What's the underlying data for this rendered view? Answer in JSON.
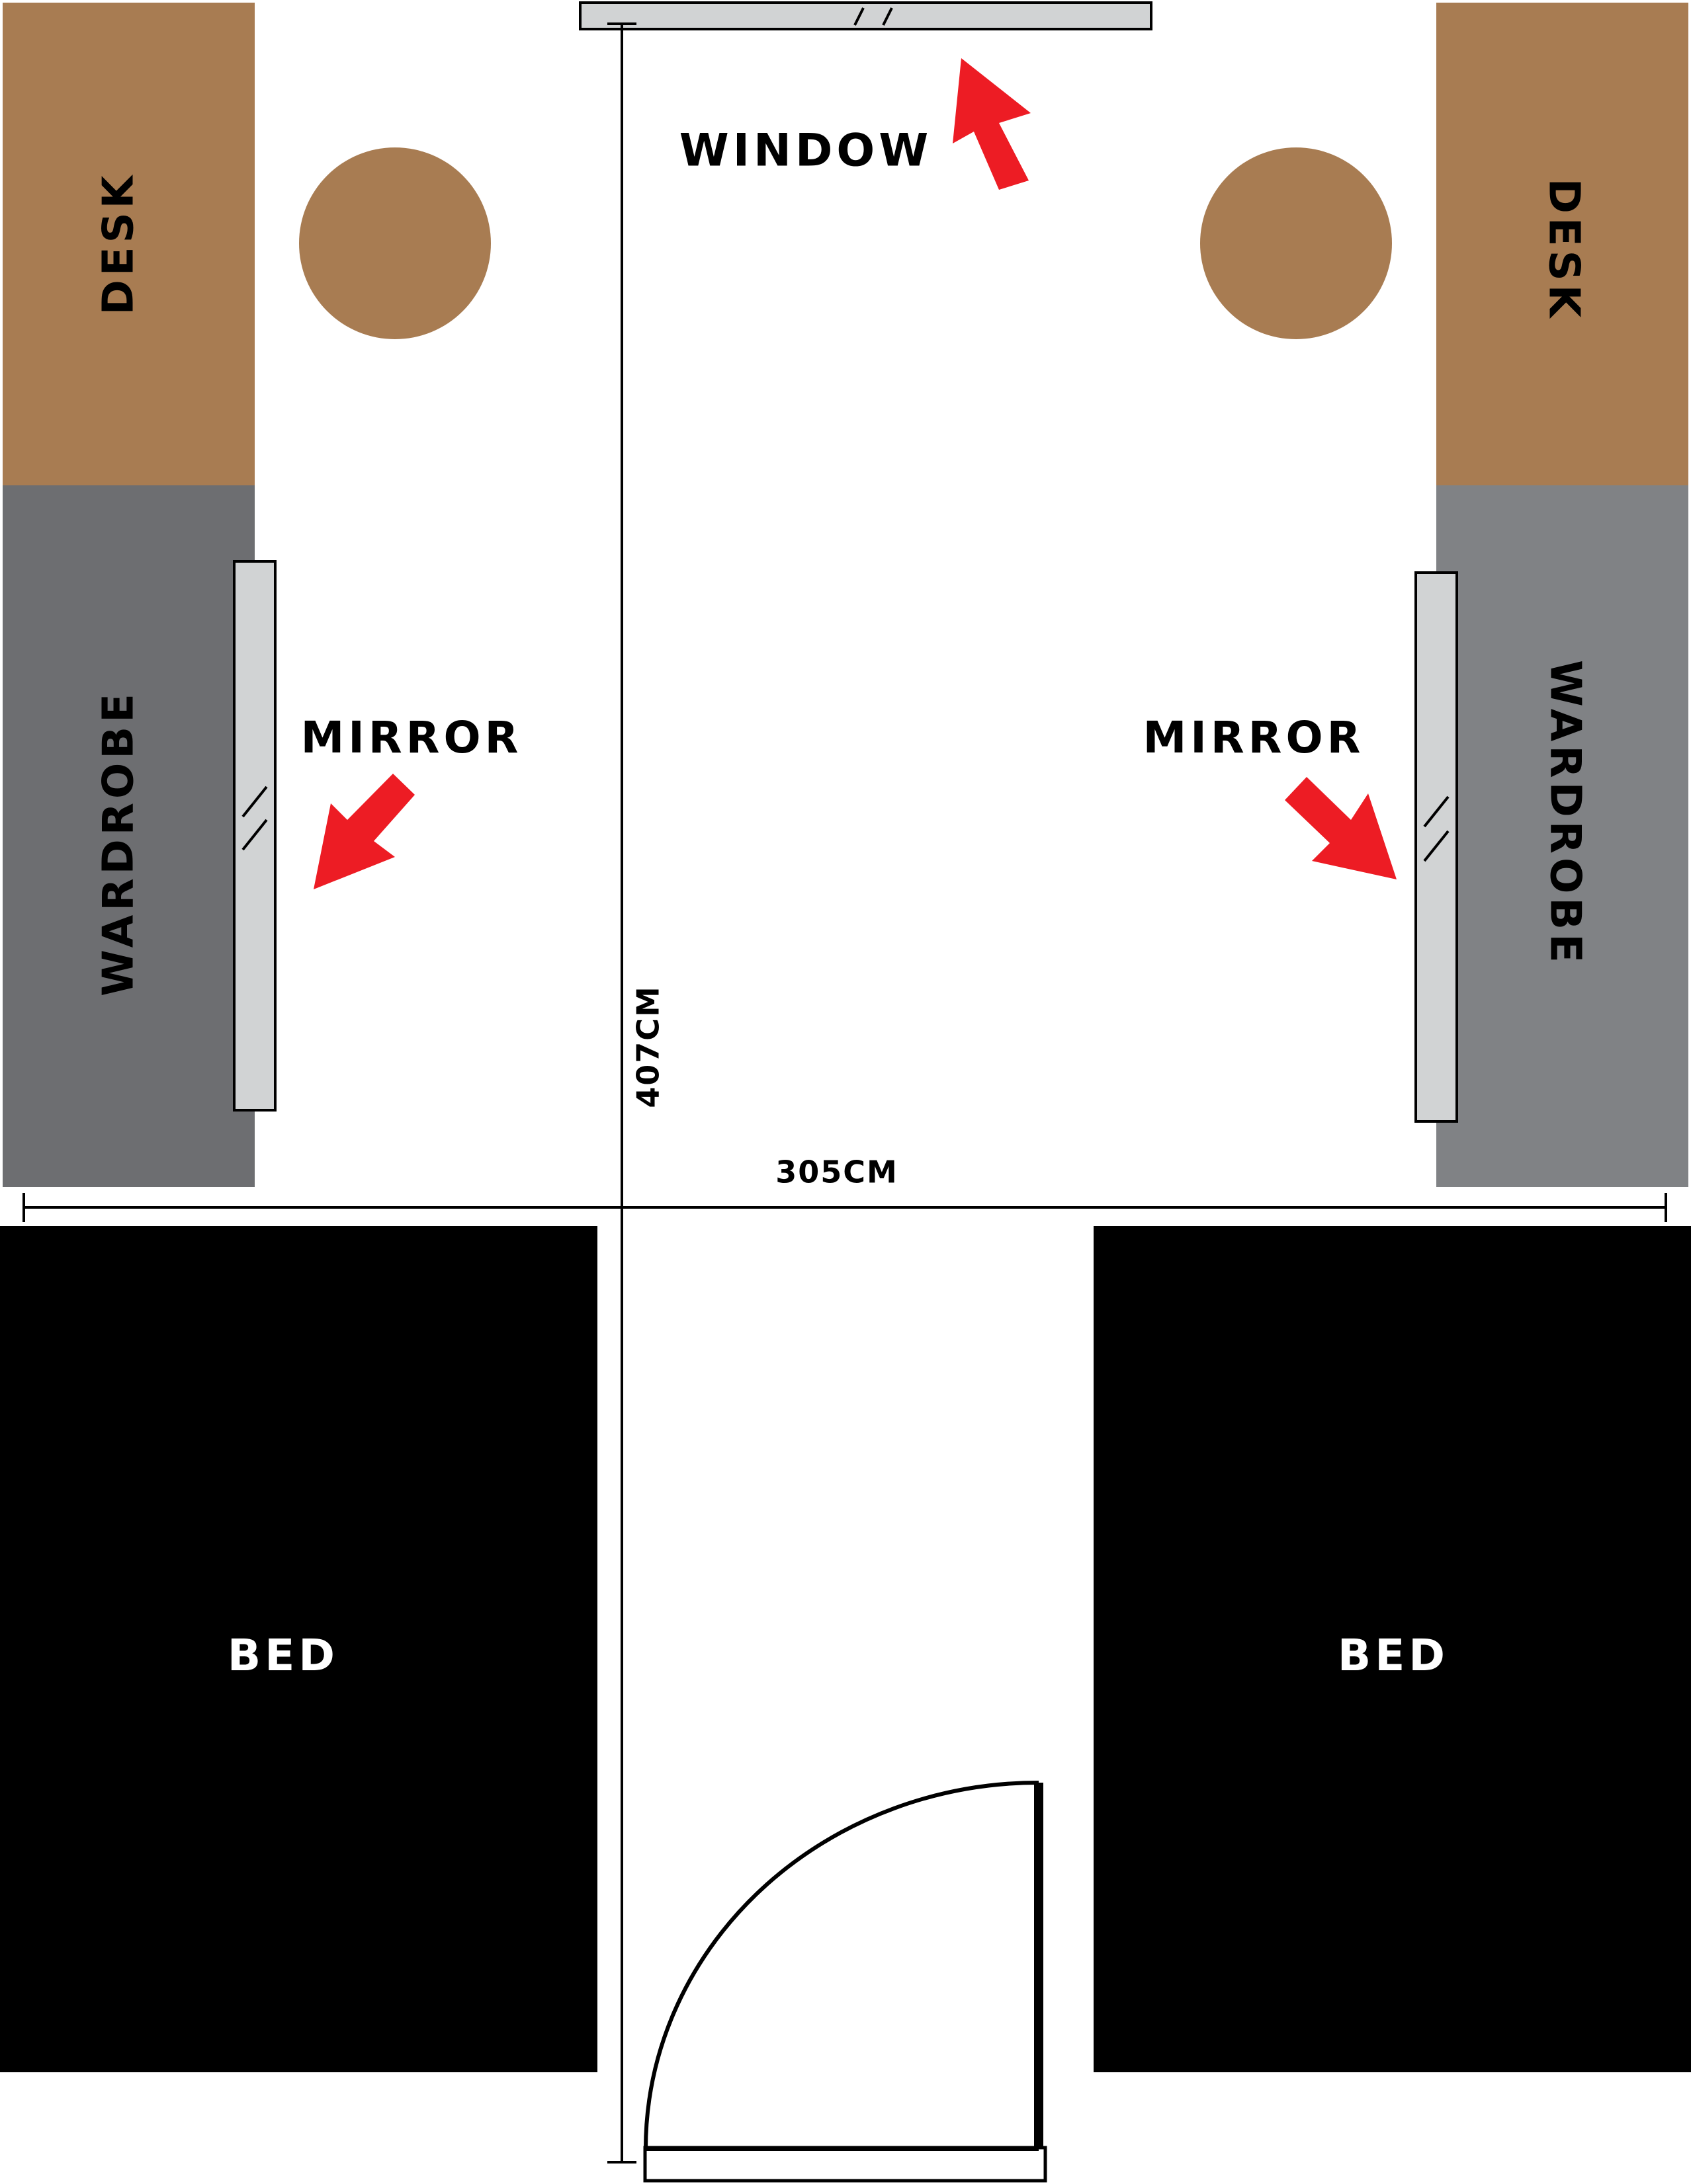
{
  "furniture": {
    "desk_left": "DESK",
    "desk_right": "DESK",
    "wardrobe_left": "WARDROBE",
    "wardrobe_right": "WARDROBE",
    "bed_left": "BED",
    "bed_right": "BED"
  },
  "callouts": {
    "window": "WINDOW",
    "mirror_left": "MIRROR",
    "mirror_right": "MIRROR"
  },
  "dimensions": {
    "height": "407CM",
    "width": "305CM"
  },
  "colors": {
    "desk": "#a87c52",
    "stool": "#a87c52",
    "wardrobe_left": "#6d6e71",
    "wardrobe_right": "#808285",
    "bed": "#000000",
    "mirror": "#d1d3d4",
    "window": "#d1d3d4",
    "arrow": "#ed1c24"
  }
}
